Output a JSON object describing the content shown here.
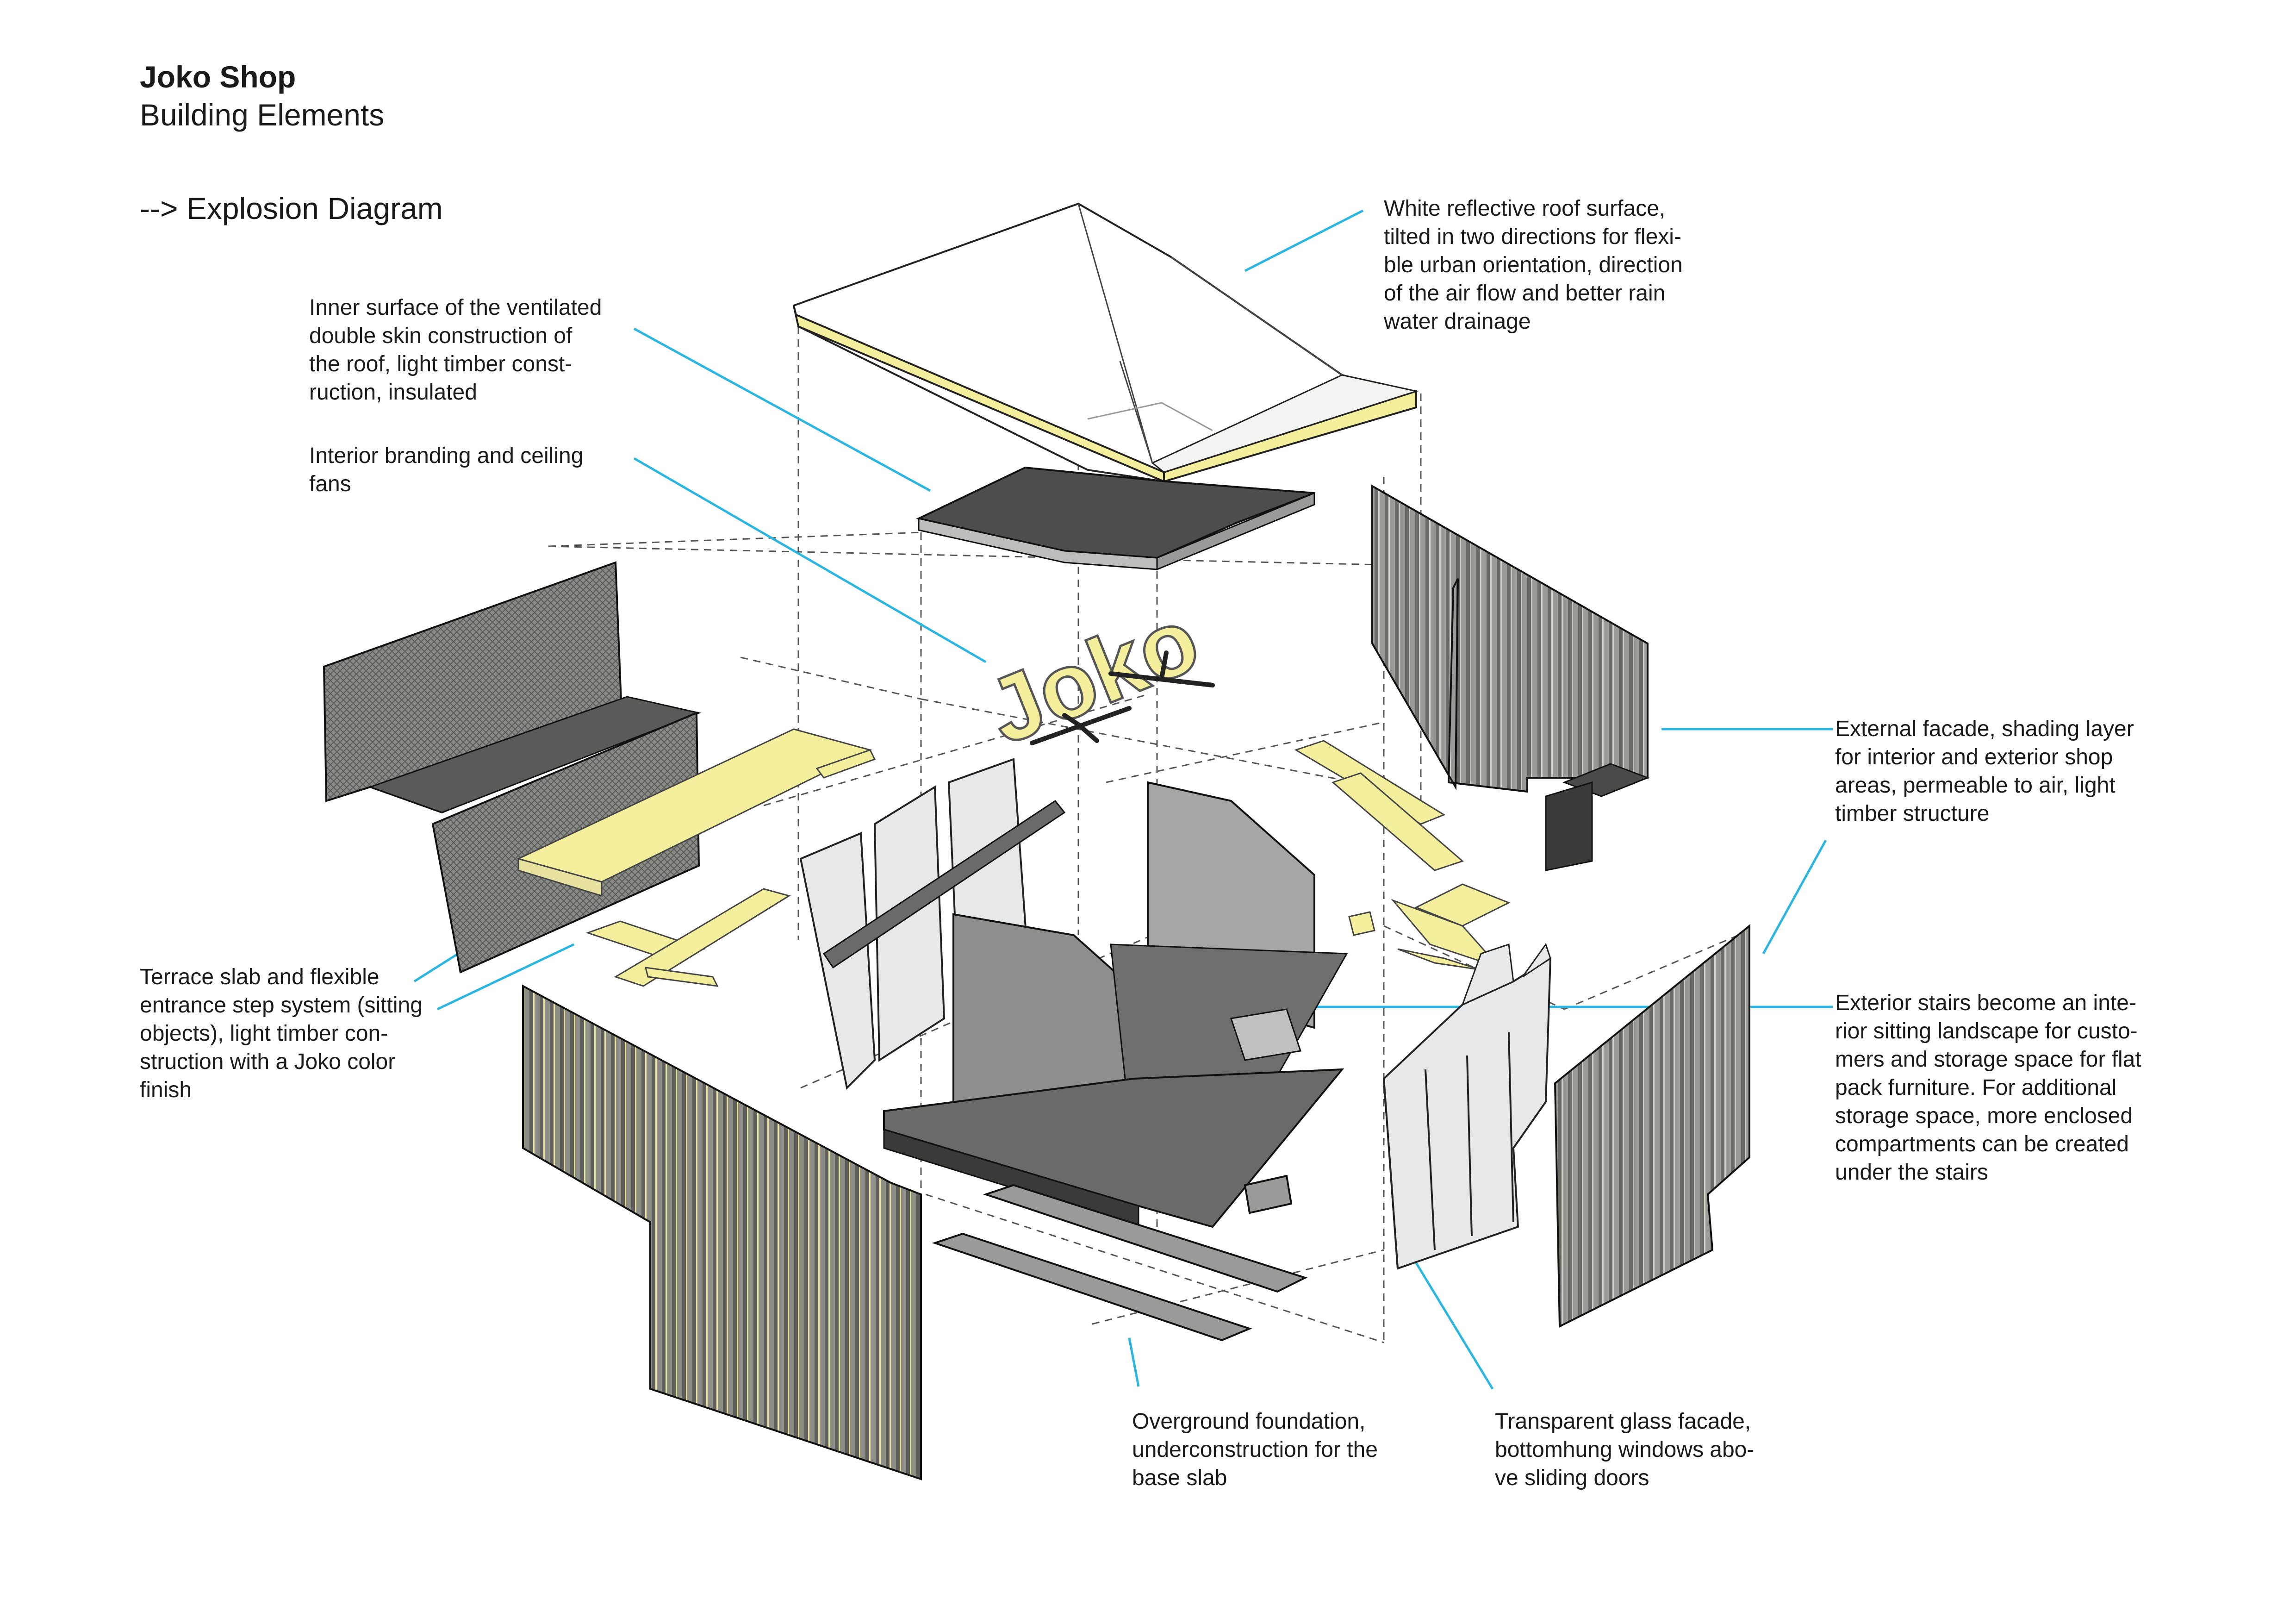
{
  "header": {
    "title": "Joko Shop",
    "subtitle": "Building Elements",
    "section": "--> Explosion Diagram"
  },
  "annotations": {
    "roof_surface": "White reflective roof surface,\ntilted in two directions for flexi-\nble urban orientation, direction\nof the air flow and better rain\nwater drainage",
    "inner_roof": "Inner surface of the ventilated\ndouble skin construction of\nthe roof, light timber const-\nruction, insulated",
    "branding": "Interior branding and ceiling\nfans",
    "external_facade": "External facade, shading layer\nfor interior and exterior shop\nareas, permeable to air, light\ntimber structure",
    "terrace": "Terrace slab and flexible\nentrance step system (sitting\nobjects), light timber con-\nstruction with a Joko color\nfinish",
    "stairs": "Exterior stairs become an inte-\nrior sitting landscape for custo-\nmers and storage space for flat\npack furniture. For additional\nstorage space, more enclosed\ncompartments can be created\nunder the stairs",
    "foundation": "Overground foundation,\nunderconstruction for the\nbase slab",
    "glass_facade": "Transparent glass facade,\nbottomhung windows abo-\nve sliding doors"
  },
  "branding_text": "Joko",
  "colors": {
    "leader": "#29b6e0",
    "accent_yellow": "#f4ef9c",
    "timber_grey": "#8c8c88",
    "dark_grey": "#4a4a4a",
    "glass": "#e6e8ea"
  }
}
